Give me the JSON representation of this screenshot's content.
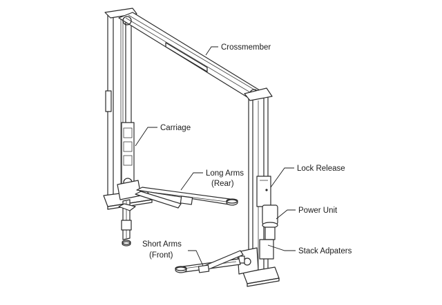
{
  "labels": {
    "crossmember": "Crossmember",
    "carriage": "Carriage",
    "long_arms_1": "Long Arms",
    "long_arms_2": "(Rear)",
    "lock_release": "Lock Release",
    "power_unit": "Power Unit",
    "short_arms_1": "Short Arms",
    "short_arms_2": "(Front)",
    "stack_adapters": "Stack Adpaters"
  }
}
